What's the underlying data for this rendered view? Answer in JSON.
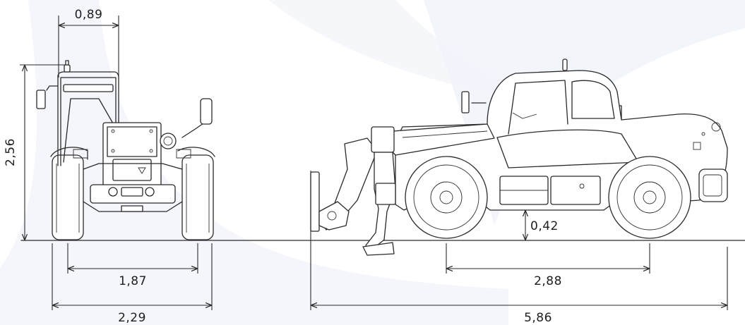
{
  "dimensions": {
    "cab_width": "0,89",
    "overall_height": "2,56",
    "track_width": "1,87",
    "overall_width": "2,29",
    "ground_clearance": "0,42",
    "wheelbase": "2,88",
    "overall_length": "5,86"
  },
  "colors": {
    "background": "#ffffff",
    "watermark": "#f1f4fa",
    "line": "#2a2a2a",
    "text": "#1e1e1e"
  }
}
